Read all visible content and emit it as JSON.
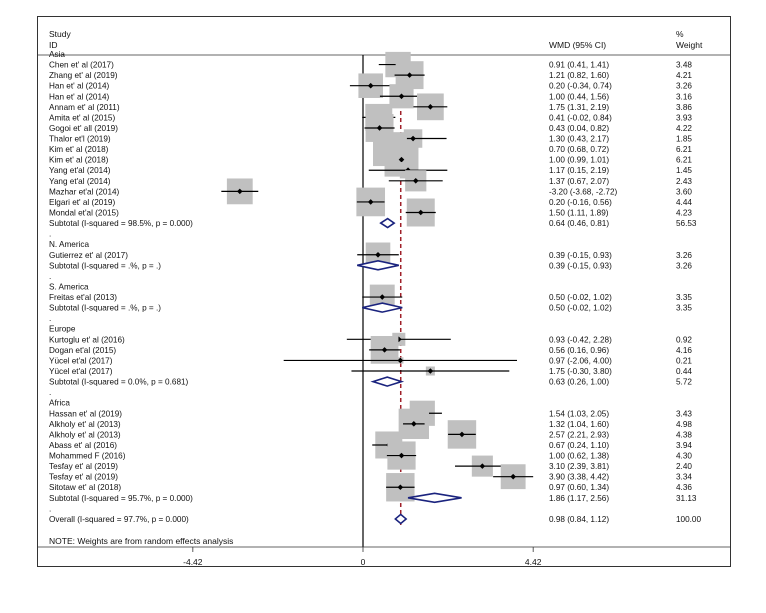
{
  "chart_data": {
    "type": "forest",
    "headers": {
      "study_line1": "Study",
      "study_line2": "ID",
      "effect": "WMD (95% CI)",
      "weight_line1": "%",
      "weight_line2": "Weight"
    },
    "rows": [
      {
        "kind": "group",
        "label": "Asia"
      },
      {
        "kind": "study",
        "label": "Chen  et' al (2017)",
        "est": 0.91,
        "lo": 0.41,
        "hi": 1.41,
        "ci": "0.91 (0.41, 1.41)",
        "weight": "3.48"
      },
      {
        "kind": "study",
        "label": "Zhang  et' al (2019)",
        "est": 1.21,
        "lo": 0.82,
        "hi": 1.6,
        "ci": "1.21 (0.82, 1.60)",
        "weight": "4.21"
      },
      {
        "kind": "study",
        "label": "Han  et' al (2014)",
        "est": 0.2,
        "lo": -0.34,
        "hi": 0.74,
        "ci": "0.20 (-0.34, 0.74)",
        "weight": "3.26"
      },
      {
        "kind": "study",
        "label": "Han  et' al (2014)",
        "est": 1.0,
        "lo": 0.44,
        "hi": 1.56,
        "ci": "1.00 (0.44, 1.56)",
        "weight": "3.16"
      },
      {
        "kind": "study",
        "label": "Annam  et' al (2011)",
        "est": 1.75,
        "lo": 1.31,
        "hi": 2.19,
        "ci": "1.75 (1.31, 2.19)",
        "weight": "3.86"
      },
      {
        "kind": "study",
        "label": "Amita  et' al (2015)",
        "est": 0.41,
        "lo": -0.02,
        "hi": 0.84,
        "ci": "0.41 (-0.02, 0.84)",
        "weight": "3.93"
      },
      {
        "kind": "study",
        "label": "Gogoi  et' all (2019)",
        "est": 0.43,
        "lo": 0.04,
        "hi": 0.82,
        "ci": "0.43 (0.04, 0.82)",
        "weight": "4.22"
      },
      {
        "kind": "study",
        "label": "Thalor et'l (2019)",
        "est": 1.3,
        "lo": 0.43,
        "hi": 2.17,
        "ci": "1.30 (0.43, 2.17)",
        "weight": "1.85"
      },
      {
        "kind": "study",
        "label": "Kim  et' al (2018)",
        "est": 0.7,
        "lo": 0.68,
        "hi": 0.72,
        "ci": "0.70 (0.68, 0.72)",
        "weight": "6.21"
      },
      {
        "kind": "study",
        "label": "Kim  et' al (2018)",
        "est": 1.0,
        "lo": 0.99,
        "hi": 1.01,
        "ci": "1.00 (0.99, 1.01)",
        "weight": "6.21"
      },
      {
        "kind": "study",
        "label": "Yang et'al (2014)",
        "est": 1.17,
        "lo": 0.15,
        "hi": 2.19,
        "ci": "1.17 (0.15, 2.19)",
        "weight": "1.45"
      },
      {
        "kind": "study",
        "label": "Yang et'al (2014)",
        "est": 1.37,
        "lo": 0.67,
        "hi": 2.07,
        "ci": "1.37 (0.67, 2.07)",
        "weight": "2.43"
      },
      {
        "kind": "study",
        "label": "Mazhar et'al (2014)",
        "est": -3.2,
        "lo": -3.68,
        "hi": -2.72,
        "ci": "-3.20 (-3.68, -2.72)",
        "weight": "3.60"
      },
      {
        "kind": "study",
        "label": "Elgari  et' al (2019)",
        "est": 0.2,
        "lo": -0.16,
        "hi": 0.56,
        "ci": "0.20 (-0.16, 0.56)",
        "weight": "4.44"
      },
      {
        "kind": "study",
        "label": "Mondal et'al (2015)",
        "est": 1.5,
        "lo": 1.11,
        "hi": 1.89,
        "ci": "1.50 (1.11, 1.89)",
        "weight": "4.23"
      },
      {
        "kind": "subtotal",
        "label": "Subtotal  (I-squared = 98.5%, p = 0.000)",
        "est": 0.64,
        "lo": 0.46,
        "hi": 0.81,
        "ci": "0.64 (0.46, 0.81)",
        "weight": "56.53"
      },
      {
        "kind": "dot",
        "label": "."
      },
      {
        "kind": "group",
        "label": "N. America"
      },
      {
        "kind": "study",
        "label": "Gutierrez  et' al  (2017)",
        "est": 0.39,
        "lo": -0.15,
        "hi": 0.93,
        "ci": "0.39 (-0.15, 0.93)",
        "weight": "3.26"
      },
      {
        "kind": "subtotal",
        "label": "Subtotal  (I-squared = .%, p = .)",
        "est": 0.39,
        "lo": -0.15,
        "hi": 0.93,
        "ci": "0.39 (-0.15, 0.93)",
        "weight": "3.26"
      },
      {
        "kind": "dot",
        "label": "."
      },
      {
        "kind": "group",
        "label": "S. America"
      },
      {
        "kind": "study",
        "label": "Freitas et'al (2013)",
        "est": 0.5,
        "lo": -0.02,
        "hi": 1.02,
        "ci": "0.50 (-0.02, 1.02)",
        "weight": "3.35"
      },
      {
        "kind": "subtotal",
        "label": "Subtotal  (I-squared = .%, p = .)",
        "est": 0.5,
        "lo": -0.02,
        "hi": 1.02,
        "ci": "0.50 (-0.02, 1.02)",
        "weight": "3.35"
      },
      {
        "kind": "dot",
        "label": "."
      },
      {
        "kind": "group",
        "label": "Europe"
      },
      {
        "kind": "study",
        "label": "Kurtoglu et' al (2016)",
        "est": 0.93,
        "lo": -0.42,
        "hi": 2.28,
        "ci": "0.93 (-0.42, 2.28)",
        "weight": "0.92"
      },
      {
        "kind": "study",
        "label": "Dogan et'al (2015)",
        "est": 0.56,
        "lo": 0.16,
        "hi": 0.96,
        "ci": "0.56 (0.16, 0.96)",
        "weight": "4.16"
      },
      {
        "kind": "study",
        "label": "Yücel et'al (2017)",
        "est": 0.97,
        "lo": -2.06,
        "hi": 4.0,
        "ci": "0.97 (-2.06, 4.00)",
        "weight": "0.21"
      },
      {
        "kind": "study",
        "label": "Yücel et'al (2017)",
        "est": 1.75,
        "lo": -0.3,
        "hi": 3.8,
        "ci": "1.75 (-0.30, 3.80)",
        "weight": "0.44"
      },
      {
        "kind": "subtotal",
        "label": "Subtotal  (I-squared = 0.0%, p = 0.681)",
        "est": 0.63,
        "lo": 0.26,
        "hi": 1.0,
        "ci": "0.63 (0.26, 1.00)",
        "weight": "5.72"
      },
      {
        "kind": "dot",
        "label": "."
      },
      {
        "kind": "group",
        "label": "Africa"
      },
      {
        "kind": "study",
        "label": "Hassan  et' al (2019)",
        "est": 1.54,
        "lo": 1.03,
        "hi": 2.05,
        "ci": "1.54 (1.03, 2.05)",
        "weight": "3.43"
      },
      {
        "kind": "study",
        "label": "Alkholy  et' al (2013)",
        "est": 1.32,
        "lo": 1.04,
        "hi": 1.6,
        "ci": "1.32 (1.04, 1.60)",
        "weight": "4.98"
      },
      {
        "kind": "study",
        "label": "Alkholy  et' al (2013)",
        "est": 2.57,
        "lo": 2.21,
        "hi": 2.93,
        "ci": "2.57 (2.21, 2.93)",
        "weight": "4.38"
      },
      {
        "kind": "study",
        "label": "Abass  et' al (2016)",
        "est": 0.67,
        "lo": 0.24,
        "hi": 1.1,
        "ci": "0.67 (0.24, 1.10)",
        "weight": "3.94"
      },
      {
        "kind": "study",
        "label": "Mohammed F (2016)",
        "est": 1.0,
        "lo": 0.62,
        "hi": 1.38,
        "ci": "1.00 (0.62, 1.38)",
        "weight": "4.30"
      },
      {
        "kind": "study",
        "label": "Tesfay  et' al (2019)",
        "est": 3.1,
        "lo": 2.39,
        "hi": 3.81,
        "ci": "3.10 (2.39, 3.81)",
        "weight": "2.40"
      },
      {
        "kind": "study",
        "label": "Tesfay  et' al (2019)",
        "est": 3.9,
        "lo": 3.38,
        "hi": 4.42,
        "ci": "3.90 (3.38, 4.42)",
        "weight": "3.34"
      },
      {
        "kind": "study",
        "label": "Sitotaw  et' al (2018)",
        "est": 0.97,
        "lo": 0.6,
        "hi": 1.34,
        "ci": "0.97 (0.60, 1.34)",
        "weight": "4.36"
      },
      {
        "kind": "subtotal",
        "label": "Subtotal  (I-squared = 95.7%, p = 0.000)",
        "est": 1.86,
        "lo": 1.17,
        "hi": 2.56,
        "ci": "1.86 (1.17, 2.56)",
        "weight": "31.13"
      },
      {
        "kind": "dot",
        "label": "."
      },
      {
        "kind": "overall",
        "label": "Overall  (I-squared = 97.7%, p = 0.000)",
        "est": 0.98,
        "lo": 0.84,
        "hi": 1.12,
        "ci": "0.98 (0.84, 1.12)",
        "weight": "100.00"
      }
    ],
    "note": "NOTE: Weights are from random effects analysis",
    "x_ticks": [
      {
        "value": -4.42,
        "label": "-4.42"
      },
      {
        "value": 0,
        "label": "0"
      },
      {
        "value": 4.42,
        "label": "4.42"
      }
    ],
    "xlim": [
      -4.42,
      4.42
    ],
    "null_line": 0,
    "overall_line": 0.98,
    "colors": {
      "weight_box": "#c0c0c0",
      "diamond": "#1a237e",
      "overall_line": "#a0202a",
      "point": "#000000"
    }
  }
}
